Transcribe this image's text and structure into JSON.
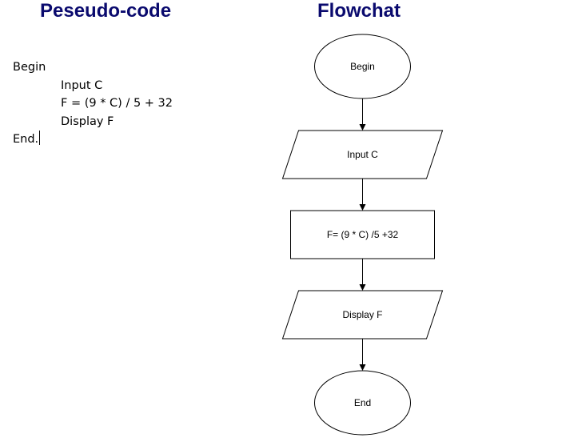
{
  "pseudocode": {
    "title": "Peseudo-code",
    "lines": [
      "Begin",
      "Input C",
      "F = (9 * C) / 5 + 32",
      "Display F",
      "End."
    ]
  },
  "flowchart": {
    "title": "Flowchat",
    "nodes": [
      {
        "id": "begin",
        "shape": "oval",
        "label": "Begin"
      },
      {
        "id": "input",
        "shape": "parallelogram",
        "label": "Input C"
      },
      {
        "id": "process",
        "shape": "rectangle",
        "label": "F= (9 * C) /5 +32"
      },
      {
        "id": "output",
        "shape": "parallelogram",
        "label": "Display F"
      },
      {
        "id": "end",
        "shape": "oval",
        "label": "End"
      }
    ],
    "edges": [
      {
        "from": "begin",
        "to": "input"
      },
      {
        "from": "input",
        "to": "process"
      },
      {
        "from": "process",
        "to": "output"
      },
      {
        "from": "output",
        "to": "end"
      }
    ]
  }
}
